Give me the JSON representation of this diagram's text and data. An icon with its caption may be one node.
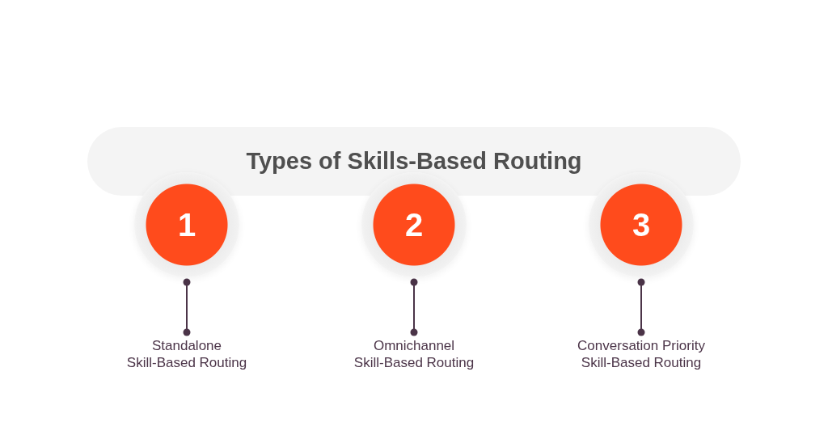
{
  "diagram": {
    "nodes": [
      {
        "text": [
          "Types of Skills-Based Routing"
        ]
      },
      {
        "text": [
          "1"
        ]
      },
      {
        "text": [
          "2"
        ]
      },
      {
        "text": [
          "3"
        ]
      },
      {
        "text": [
          "Standalone Skill-Based Routing"
        ]
      },
      {
        "text": [
          "Omnichannel Skill-Based Routing"
        ]
      },
      {
        "text": [
          "Conversation Priority Skill-Based Routing"
        ]
      }
    ],
    "edges": [
      {
        "from": 1,
        "to": 4,
        "arrow": "other"
      },
      {
        "from": 2,
        "to": 5,
        "arrow": "other"
      },
      {
        "from": 3,
        "to": 6,
        "arrow": "other"
      }
    ]
  }
}
